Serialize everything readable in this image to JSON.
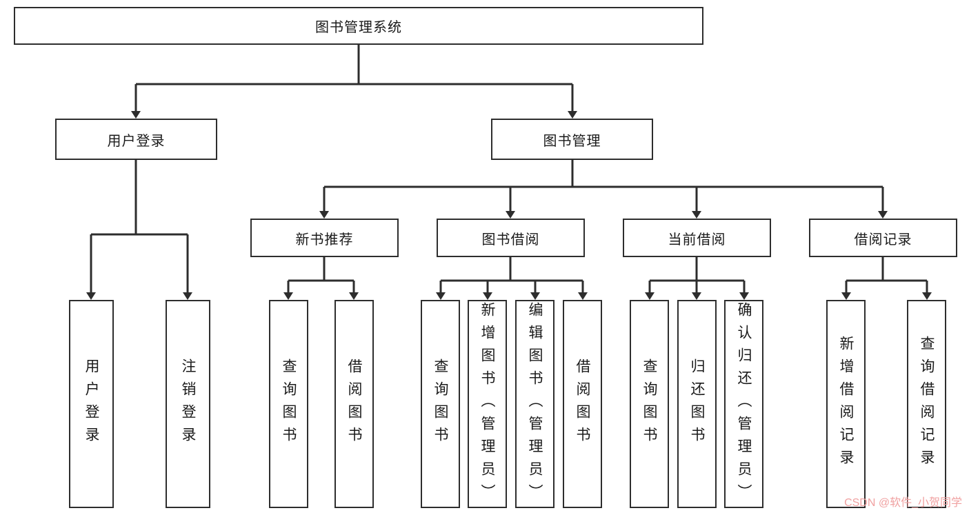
{
  "diagram": {
    "root": {
      "label": "图书管理系统"
    },
    "branches": {
      "user_login": {
        "label": "用户登录",
        "leaves": [
          "用户登录",
          "注销登录"
        ]
      },
      "book_management": {
        "label": "图书管理",
        "children": [
          {
            "label": "新书推荐",
            "leaves": [
              "查询图书",
              "借阅图书"
            ]
          },
          {
            "label": "图书借阅",
            "leaves": [
              "查询图书",
              "新增图书（管理员）",
              "编辑图书（管理员）",
              "借阅图书"
            ]
          },
          {
            "label": "当前借阅",
            "leaves": [
              "查询图书",
              "归还图书",
              "确认归还（管理员）"
            ]
          },
          {
            "label": "借阅记录",
            "leaves": [
              "新增借阅记录",
              "查询借阅记录"
            ]
          }
        ]
      }
    }
  },
  "watermark": {
    "text": "CSDN @软件_小贺同学",
    "color": "#f0a0a0"
  },
  "colors": {
    "line": "#2d2d2d",
    "box_border": "#2d2d2d",
    "text": "#1a1a1a",
    "background": "#ffffff"
  }
}
